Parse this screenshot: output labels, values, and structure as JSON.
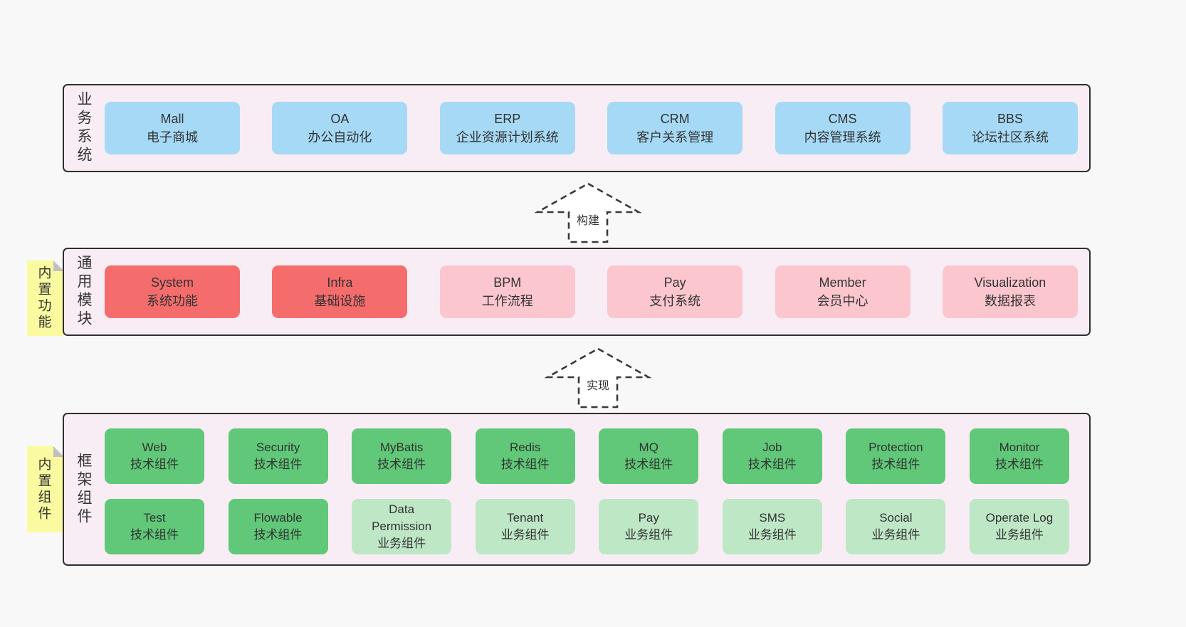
{
  "colors": {
    "page_bg": "#f8f8f8",
    "layer_bg": "#f8edf5",
    "layer_border": "#2f2f2f",
    "blue": "#a6d9f5",
    "red": "#f56c6c",
    "pink": "#fcc6ce",
    "green": "#60c878",
    "lightgreen": "#bee7c6",
    "note_yellow": "#fafaa0",
    "note_fold": "#c0c0c0",
    "text": "#333333"
  },
  "arrows": [
    {
      "label": "构建"
    },
    {
      "label": "实现"
    }
  ],
  "layers": [
    {
      "label": "业务系统",
      "boxes": [
        {
          "title": "Mall",
          "subtitle": "电子商城",
          "variant": "blue"
        },
        {
          "title": "OA",
          "subtitle": "办公自动化",
          "variant": "blue"
        },
        {
          "title": "ERP",
          "subtitle": "企业资源计划系统",
          "variant": "blue"
        },
        {
          "title": "CRM",
          "subtitle": "客户关系管理",
          "variant": "blue"
        },
        {
          "title": "CMS",
          "subtitle": "内容管理系统",
          "variant": "blue"
        },
        {
          "title": "BBS",
          "subtitle": "论坛社区系统",
          "variant": "blue"
        }
      ]
    },
    {
      "label": "通用模块",
      "note": "内置功能",
      "boxes": [
        {
          "title": "System",
          "subtitle": "系统功能",
          "variant": "red"
        },
        {
          "title": "Infra",
          "subtitle": "基础设施",
          "variant": "red"
        },
        {
          "title": "BPM",
          "subtitle": "工作流程",
          "variant": "pink"
        },
        {
          "title": "Pay",
          "subtitle": "支付系统",
          "variant": "pink"
        },
        {
          "title": "Member",
          "subtitle": "会员中心",
          "variant": "pink"
        },
        {
          "title": "Visualization",
          "subtitle": "数据报表",
          "variant": "pink"
        }
      ]
    },
    {
      "label": "框架组件",
      "note": "内置组件",
      "rows": [
        [
          {
            "title": "Web",
            "subtitle": "技术组件",
            "variant": "green"
          },
          {
            "title": "Security",
            "subtitle": "技术组件",
            "variant": "green"
          },
          {
            "title": "MyBatis",
            "subtitle": "技术组件",
            "variant": "green"
          },
          {
            "title": "Redis",
            "subtitle": "技术组件",
            "variant": "green"
          },
          {
            "title": "MQ",
            "subtitle": "技术组件",
            "variant": "green"
          },
          {
            "title": "Job",
            "subtitle": "技术组件",
            "variant": "green"
          },
          {
            "title": "Protection",
            "subtitle": "技术组件",
            "variant": "green"
          },
          {
            "title": "Monitor",
            "subtitle": "技术组件",
            "variant": "green"
          }
        ],
        [
          {
            "title": "Test",
            "subtitle": "技术组件",
            "variant": "green"
          },
          {
            "title": "Flowable",
            "subtitle": "技术组件",
            "variant": "green"
          },
          {
            "title": "Data Permission",
            "subtitle": "业务组件",
            "variant": "lightgreen"
          },
          {
            "title": "Tenant",
            "subtitle": "业务组件",
            "variant": "lightgreen"
          },
          {
            "title": "Pay",
            "subtitle": "业务组件",
            "variant": "lightgreen"
          },
          {
            "title": "SMS",
            "subtitle": "业务组件",
            "variant": "lightgreen"
          },
          {
            "title": "Social",
            "subtitle": "业务组件",
            "variant": "lightgreen"
          },
          {
            "title": "Operate Log",
            "subtitle": "业务组件",
            "variant": "lightgreen"
          }
        ]
      ]
    }
  ]
}
